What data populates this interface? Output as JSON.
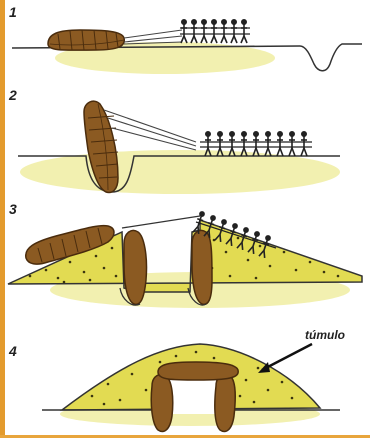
{
  "steps": [
    {
      "label": "1"
    },
    {
      "label": "2"
    },
    {
      "label": "3"
    },
    {
      "label": "4"
    }
  ],
  "annotation": {
    "tumulo_label": "túmulo"
  },
  "colors": {
    "frame": "#e39b2e",
    "stone": "#8b5a22",
    "stone_edge": "#4a2c0d",
    "soil_glow": "#f2f0b0",
    "mound": "#e2db52",
    "mound_dots": "#3a3510",
    "ground": "#333333",
    "figures": "#222222"
  }
}
